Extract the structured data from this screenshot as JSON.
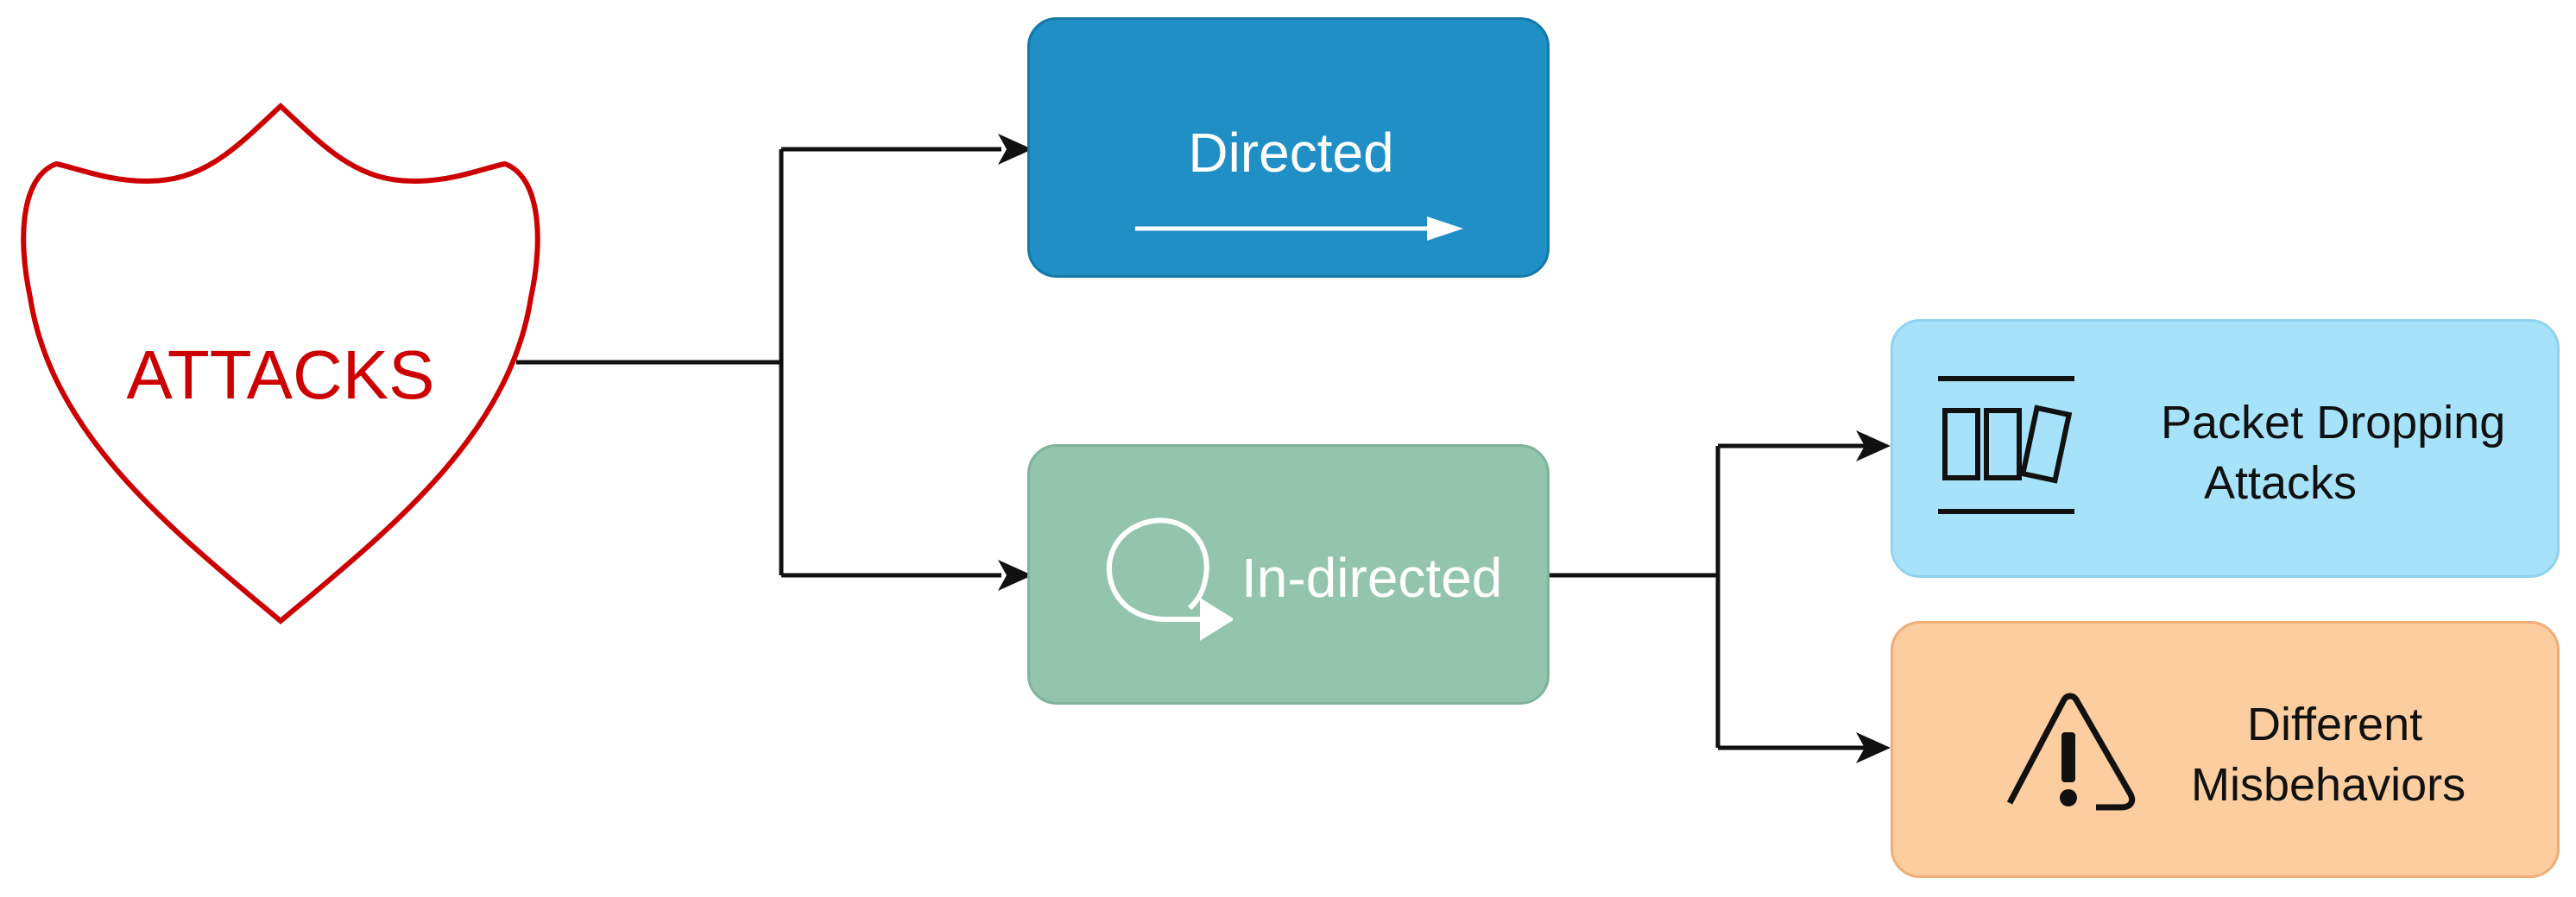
{
  "root": {
    "label": "ATTACKS",
    "color": "#cc0000",
    "icon": "shield-icon"
  },
  "directed": {
    "label": "Directed",
    "color": "#1f8fc6",
    "icon": "arrow-right-icon"
  },
  "indirected": {
    "label": "In-directed",
    "color": "#93c4ae",
    "icon": "loop-arrow-icon"
  },
  "packet_dropping": {
    "label_line1": "Packet Dropping",
    "label_line2": "Attacks",
    "color": "#a6e3fb",
    "icon": "packet-queue-icon"
  },
  "misbehaviors": {
    "label_line1": "Different",
    "label_line2": "Misbehaviors",
    "color": "#fccd9e",
    "icon": "warning-icon"
  }
}
